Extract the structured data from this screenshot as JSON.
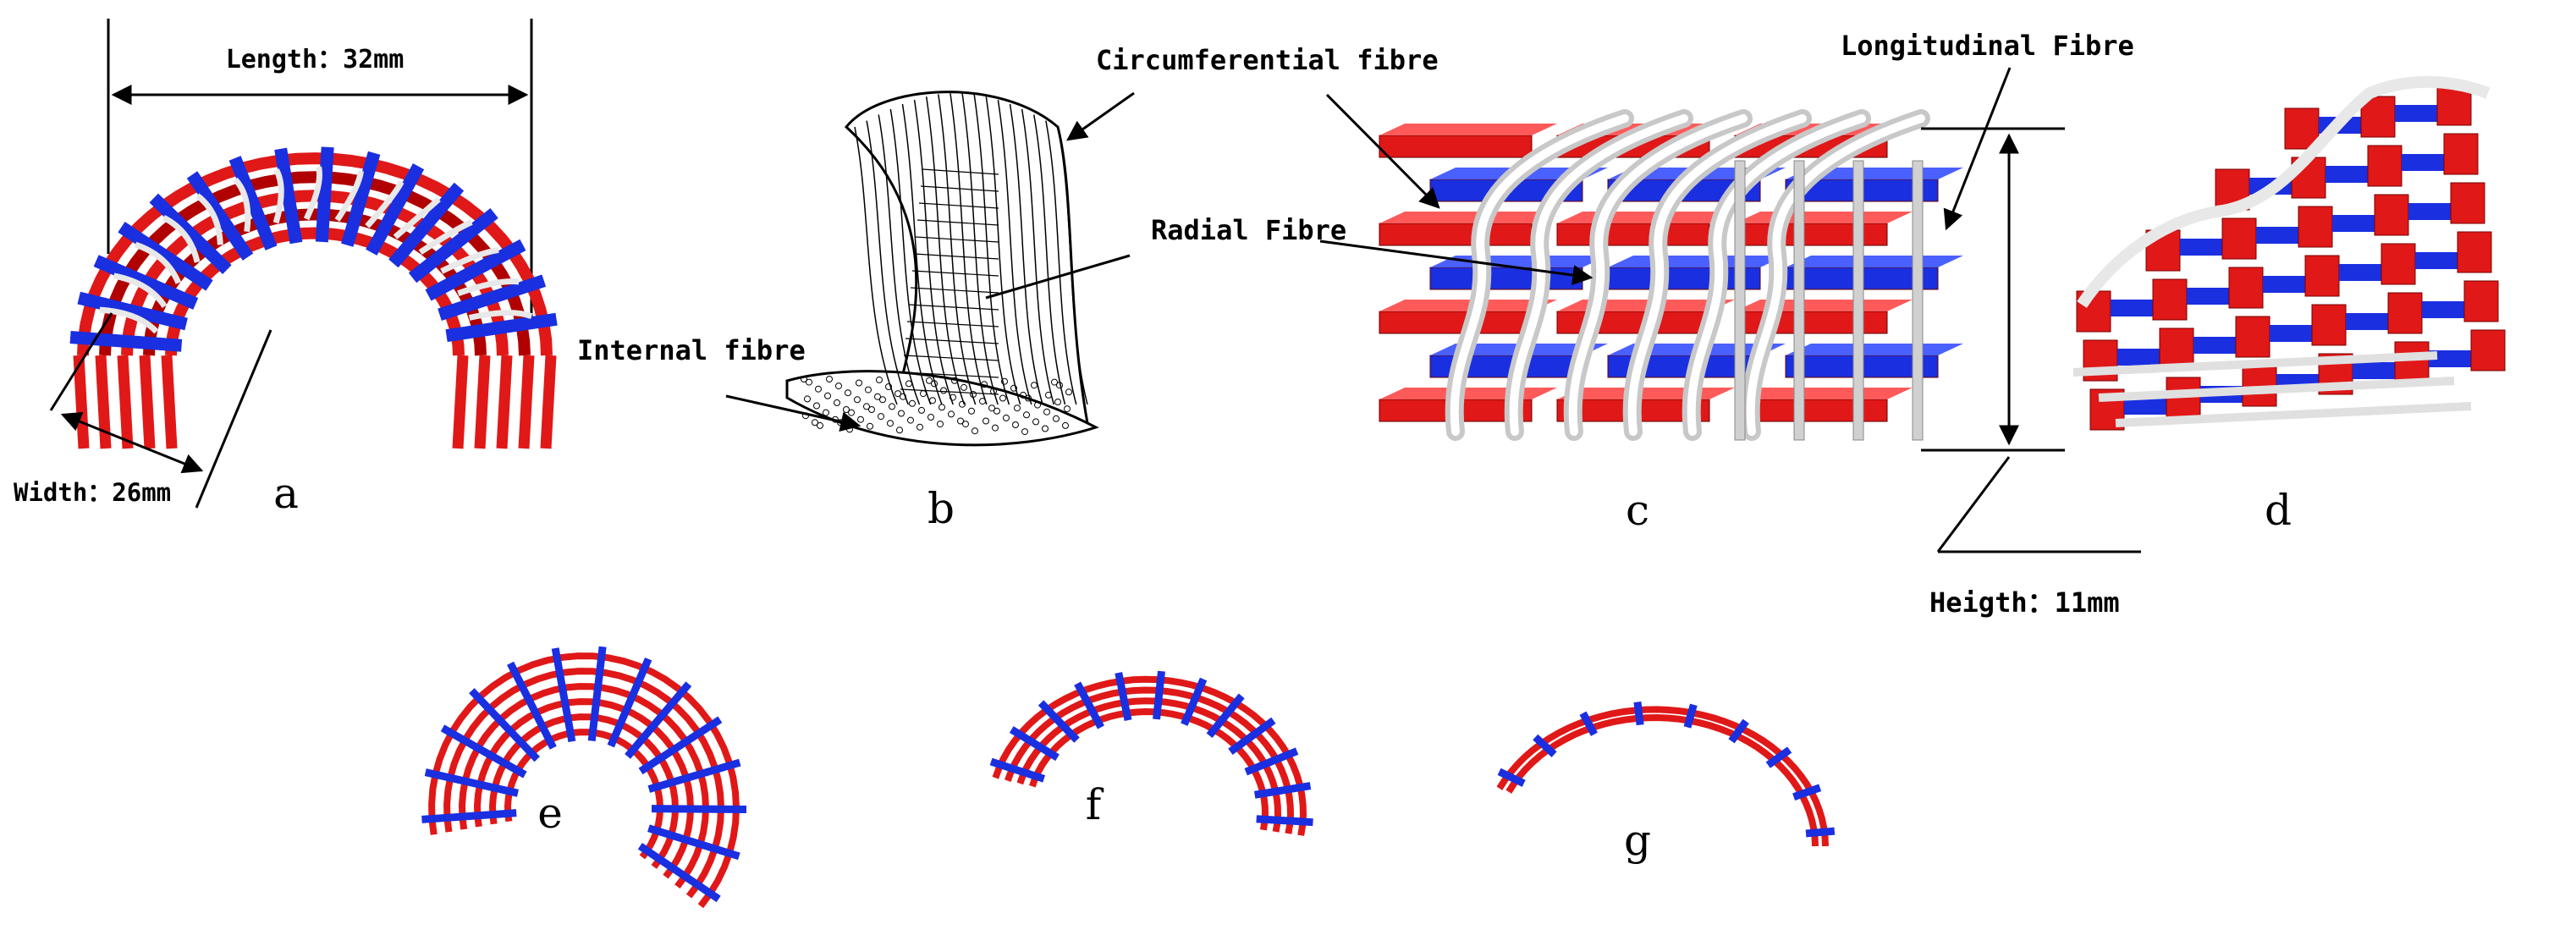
{
  "panels": {
    "a": {
      "letter": "a",
      "length_label": "Length：32mm",
      "width_label": "Width：26mm"
    },
    "b": {
      "letter": "b",
      "circumferential_label": "Circumferential fibre",
      "radial_label": "Radial Fibre",
      "internal_label": "Internal fibre"
    },
    "c": {
      "letter": "c",
      "longitudinal_label": "Longitudinal Fibre",
      "height_label": "Heigth：11mm"
    },
    "d": {
      "letter": "d"
    },
    "e": {
      "letter": "e"
    },
    "f": {
      "letter": "f"
    },
    "g": {
      "letter": "g"
    }
  },
  "colors": {
    "circumferential": "#e01818",
    "radial": "#1a2fe0",
    "longitudinal": "#d8d8d8",
    "line": "#000000"
  }
}
